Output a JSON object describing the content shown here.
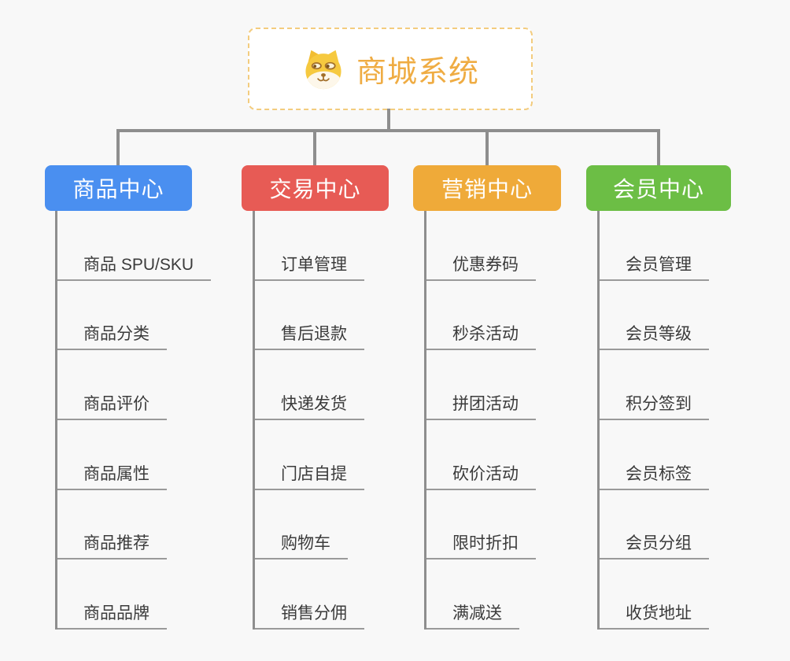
{
  "root": {
    "title": "商城系统",
    "icon": "doge-icon"
  },
  "colors": {
    "background": "#f8f8f8",
    "connector": "#8e8e8e",
    "root_border": "#f3cc7e",
    "root_title": "#efac43",
    "child_text": "#3b3b3b",
    "child_line": "#9a9a9a"
  },
  "branches": [
    {
      "label": "商品中心",
      "color": "#4a8ff0",
      "children": [
        "商品 SPU/SKU",
        "商品分类",
        "商品评价",
        "商品属性",
        "商品推荐",
        "商品品牌"
      ]
    },
    {
      "label": "交易中心",
      "color": "#e75b55",
      "children": [
        "订单管理",
        "售后退款",
        "快递发货",
        "门店自提",
        "购物车",
        "销售分佣"
      ]
    },
    {
      "label": "营销中心",
      "color": "#efaa39",
      "children": [
        "优惠券码",
        "秒杀活动",
        "拼团活动",
        "砍价活动",
        "限时折扣",
        "满减送"
      ]
    },
    {
      "label": "会员中心",
      "color": "#6cbe45",
      "children": [
        "会员管理",
        "会员等级",
        "积分签到",
        "会员标签",
        "会员分组",
        "收货地址"
      ]
    }
  ]
}
